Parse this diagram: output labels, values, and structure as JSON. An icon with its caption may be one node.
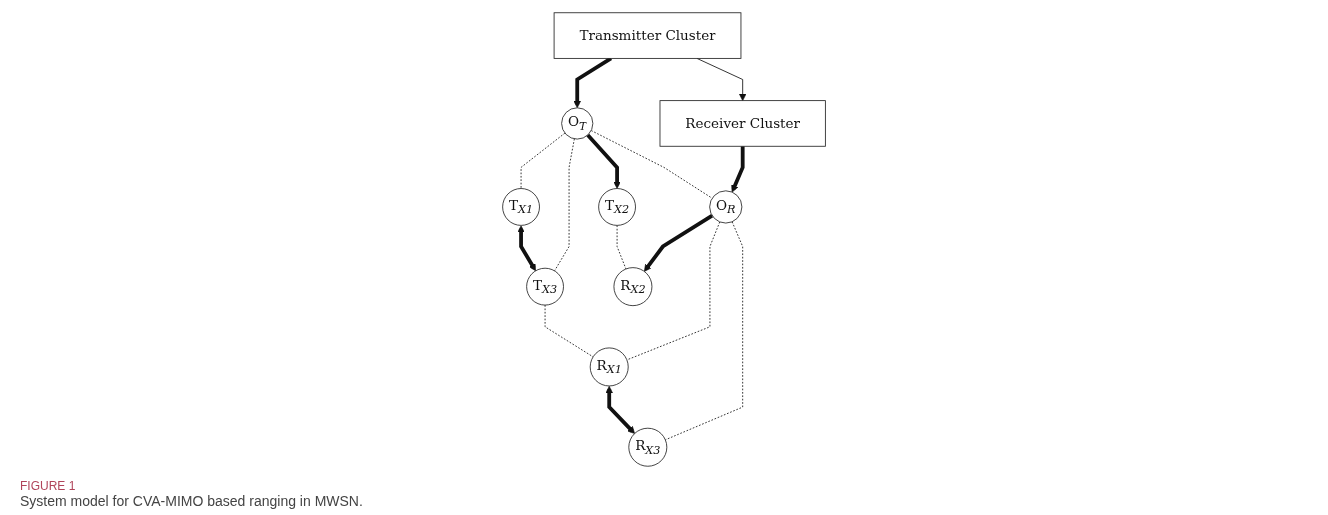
{
  "diagram": {
    "caption": "System model for CVA-MIMO based ranging in MWSN.",
    "nodes": [
      {
        "text": [
          "Transmitter Cluster"
        ]
      },
      {
        "text": [
          "Receiver Cluster"
        ]
      },
      {
        "text": [
          "O$_{T}$"
        ]
      },
      {
        "text": [
          "T$_{X1}$"
        ]
      },
      {
        "text": [
          "T$_{X2}$"
        ]
      },
      {
        "text": [
          "T$_{X3}$"
        ]
      },
      {
        "text": [
          "O$_{R}$"
        ]
      },
      {
        "text": [
          "R$_{X1}$"
        ]
      },
      {
        "text": [
          "R$_{X2}$"
        ]
      },
      {
        "text": [
          "R$_{X3}$"
        ]
      }
    ],
    "edges": [
      {
        "from": 0,
        "to": 1,
        "arrow": "to"
      },
      {
        "from": 0,
        "to": 2,
        "arrow": "to",
        "style": "thick"
      },
      {
        "from": 1,
        "to": 6,
        "arrow": "to",
        "style": "thick"
      },
      {
        "from": 2,
        "to": 6,
        "arrow": "none",
        "style": "dashed"
      },
      {
        "from": 2,
        "to": 3,
        "arrow": "none",
        "style": "dashed"
      },
      {
        "from": 2,
        "to": 5,
        "arrow": "none",
        "style": "dashed"
      },
      {
        "from": 2,
        "to": 4,
        "arrow": "to",
        "style": "thick"
      },
      {
        "from": 3,
        "to": 5,
        "arrow": "both",
        "style": "thick"
      },
      {
        "from": 6,
        "to": 7,
        "arrow": "none",
        "style": "dashed"
      },
      {
        "from": 6,
        "to": 9,
        "arrow": "none",
        "style": "dashed"
      },
      {
        "from": 6,
        "to": 8,
        "arrow": "to",
        "style": "thick"
      },
      {
        "from": 7,
        "to": 9,
        "arrow": "both",
        "style": "thick"
      },
      {
        "from": 5,
        "to": 7,
        "arrow": "none",
        "style": "dashed"
      },
      {
        "from": 4,
        "to": 8,
        "arrow": "none",
        "style": "dashed"
      }
    ],
    "labels": [
      "FIGURE 1"
    ]
  }
}
